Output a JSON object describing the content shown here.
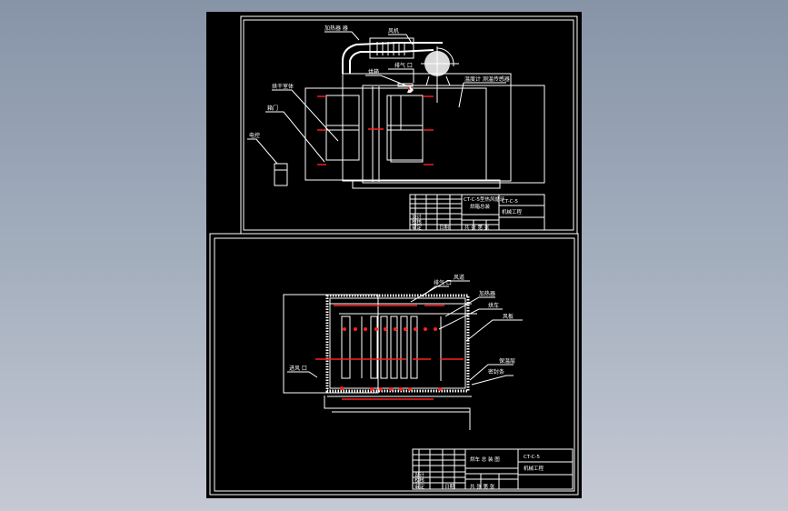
{
  "viewer": {
    "background_top": "#8794a8",
    "background_bottom": "#c5c9d4",
    "canvas_color": "#000000",
    "line_color": "#ffffff",
    "accent_color": "#ff2020"
  },
  "sheet_top": {
    "labels": {
      "heater": "加热器 器",
      "fan": "风机",
      "vent": "排气 口",
      "dryer_box": "烘箱",
      "drying_chamber": "烘干室体",
      "door": "箱门",
      "control": "电控",
      "temp_probe": "温度计 测温传感器"
    },
    "title_block": {
      "drawing_title_line1": "CT-C-5型热风循环",
      "drawing_title_line2": "烘箱总装",
      "drawing_no": "CT-C-5",
      "org": "机械工程",
      "rows": [
        "设计",
        "校核",
        "审定",
        "日期"
      ],
      "scale_label": "比例",
      "sheet_label": "共 张 第 张"
    }
  },
  "sheet_bottom": {
    "labels": {
      "vent": "排气 口",
      "air_duct": "风道",
      "heater": "加热器",
      "trolley": "烘车",
      "air_plate": "风板",
      "insulation": "保温层",
      "seal": "密封条",
      "inlet": "进风 口"
    },
    "title_block": {
      "drawing_title": "烘车 总 装 图",
      "drawing_no": "CT-C-5",
      "org": "机械工程",
      "rows": [
        "设计",
        "校核",
        "审定",
        "日期"
      ],
      "sheet_label": "共 张 第 张"
    }
  }
}
